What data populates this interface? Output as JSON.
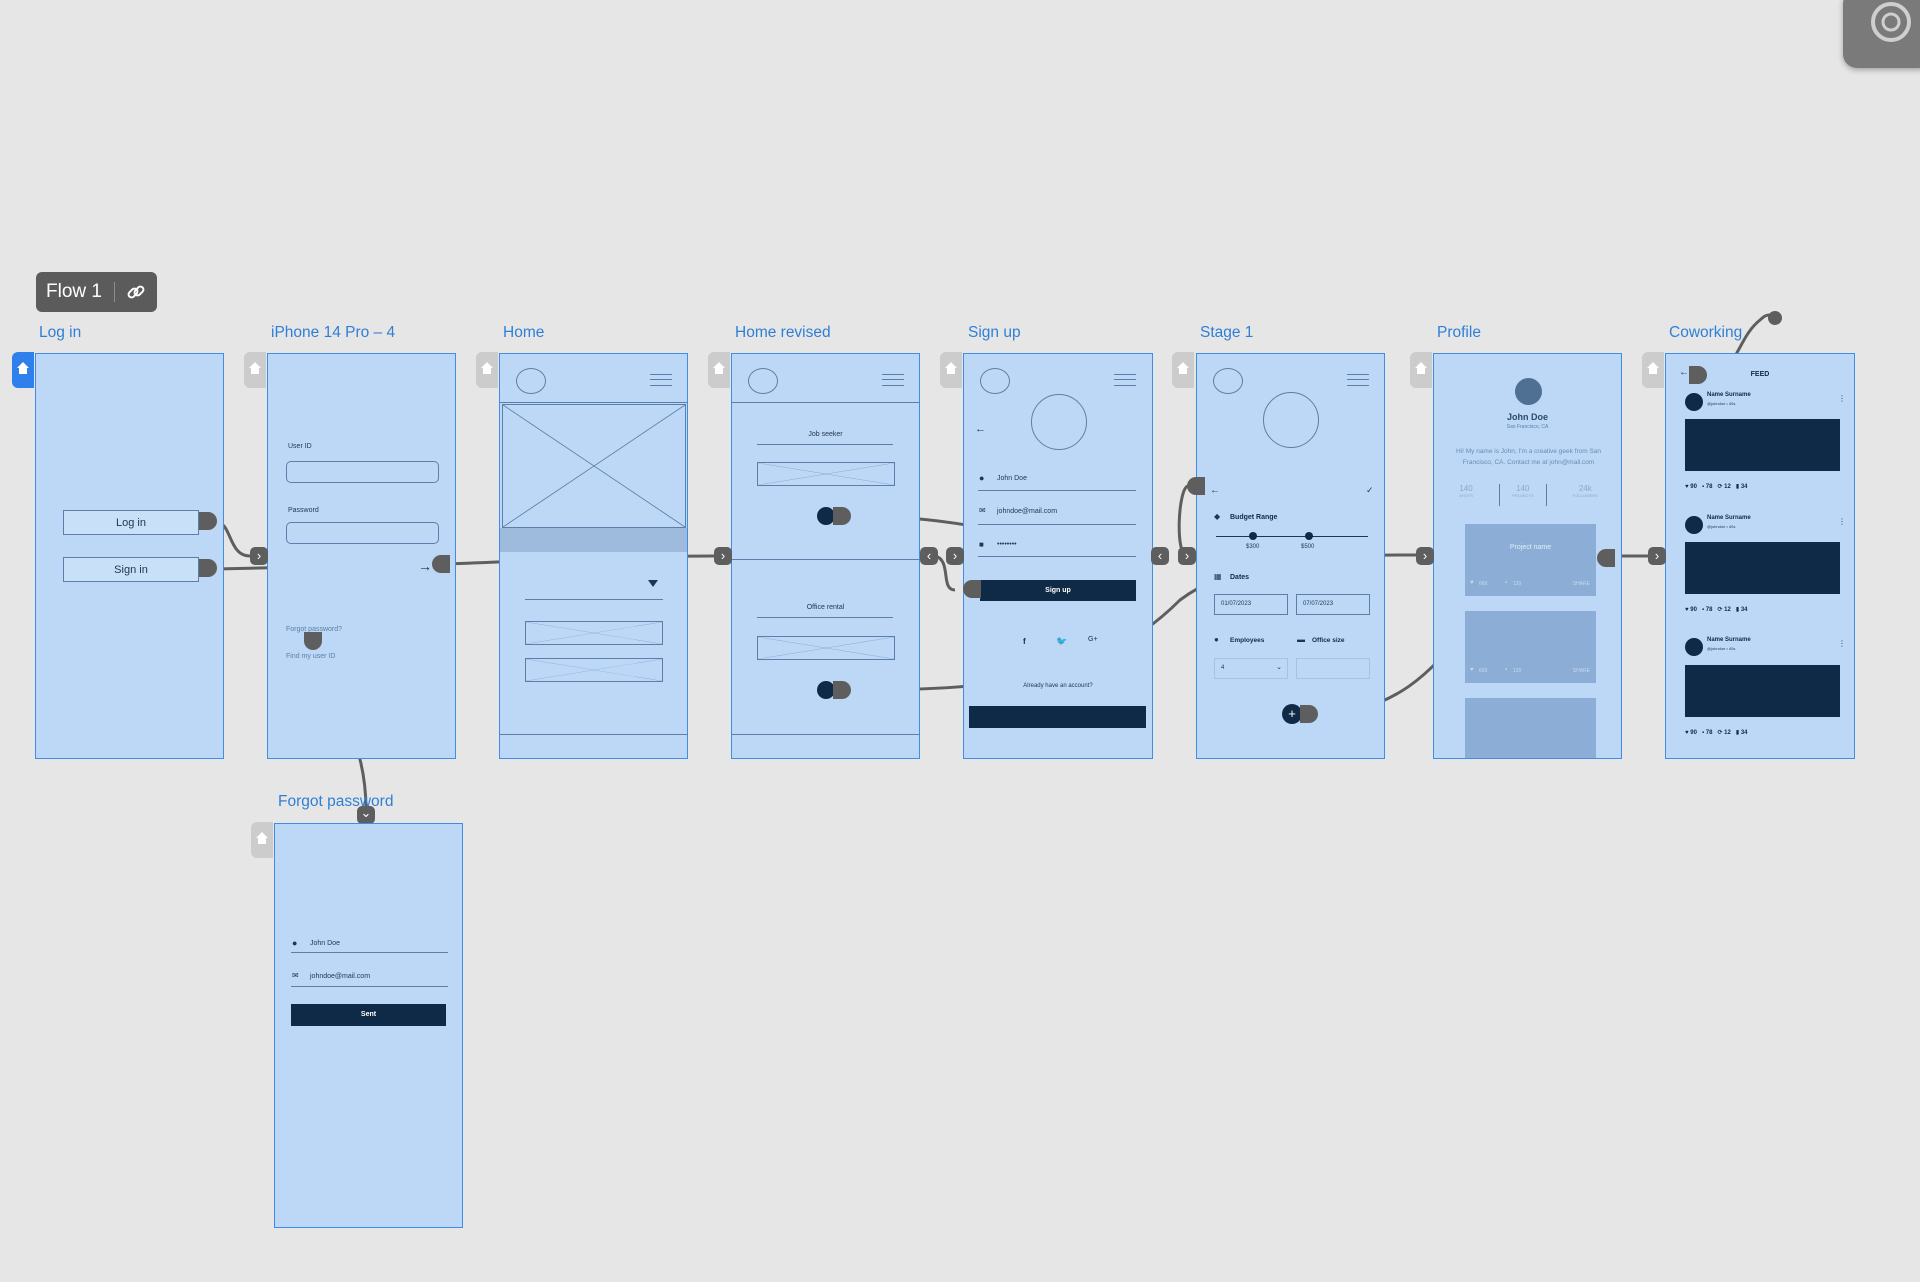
{
  "flow": {
    "label": "Flow 1",
    "link_icon": "link-icon"
  },
  "frames": {
    "login": {
      "title": "Log in",
      "login_btn": "Log in",
      "signin_btn": "Sign in"
    },
    "iphone": {
      "title": "iPhone 14 Pro – 4",
      "user_id": "User ID",
      "password": "Password",
      "forgot": "Forgot password?",
      "find_id": "Find my user ID"
    },
    "home": {
      "title": "Home"
    },
    "home_revised": {
      "title": "Home revised",
      "job_seeker": "Job seeker",
      "office_rental": "Office rental"
    },
    "signup": {
      "title": "Sign up",
      "name": "John Doe",
      "email": "johndoe@mail.com",
      "password": "••••••••",
      "signup_btn": "Sign up",
      "already": "Already have an account?"
    },
    "stage1": {
      "title": "Stage 1",
      "budget": "Budget Range",
      "min": "$300",
      "max": "$500",
      "dates": "Dates",
      "date_from": "01/07/2023",
      "date_to": "07/07/2023",
      "employees": "Employees",
      "office_size": "Office size",
      "employees_value": "4"
    },
    "profile": {
      "title": "Profile",
      "name": "John Doe",
      "location": "San Francisco, CA",
      "bio": "Hi! My name is John, I'm a creative geek from San Francisco, CA. Contact me at john@mail.com",
      "stats": [
        {
          "value": "140",
          "label": "SHOTS"
        },
        {
          "value": "140",
          "label": "PROJECTS"
        },
        {
          "value": "24k",
          "label": "FOLLOWERS"
        }
      ],
      "project_name": "Project name",
      "likes": "669",
      "comments": "120",
      "share": "SHARE"
    },
    "coworking": {
      "title": "Coworking",
      "feed": "FEED",
      "post_name": "Name Surname",
      "post_handle": "@johndoe • 40s",
      "likes": "90",
      "comments": "78",
      "reposts": "12",
      "saves": "34"
    },
    "forgot": {
      "title": "Forgot password",
      "name": "John Doe",
      "email": "johndoe@mail.com",
      "sent_btn": "Sent"
    }
  },
  "colors": {
    "canvas": "#e6e6e6",
    "frame_fill": "#bcd8f6",
    "frame_border": "#3e8ee6",
    "title": "#2f7fd6",
    "dark": "#0f2a47",
    "connector": "#5e5e5e"
  }
}
